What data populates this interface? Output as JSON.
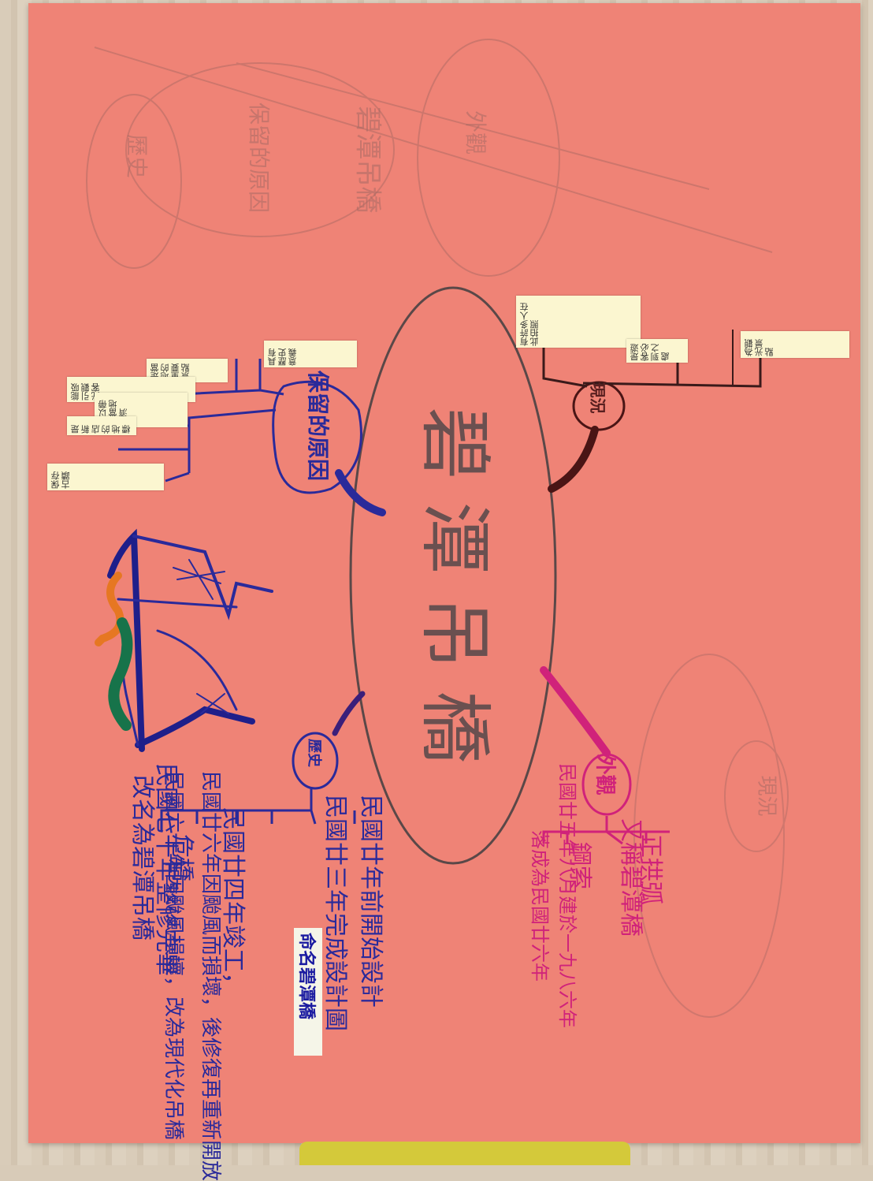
{
  "poster": {
    "title": "碧潭吊橋"
  },
  "nodes": {
    "appearance": "外觀",
    "history": "歷史",
    "status": "現況",
    "preservation": "保留的原因"
  },
  "appearance_lines": [
    "正拱弧",
    "又稱碧潭橋",
    "鋼索",
    "民國廿五年八月建於一九八六年",
    "落成為民國廿六年"
  ],
  "history_lines": [
    "民國廿年前開始設計",
    "民國廿三年完成設計圖",
    "民國廿四年竣工，",
    "民國廿六年因颱風而損壞，後修復再重新開放",
    "民國六十年因颱風損壞，改為現代化吊橋",
    "危橋",
    "民國七十年整修完畢",
    "改名為碧潭吊橋"
  ],
  "history_tag": "命名碧潭橋",
  "status_notes": [
    "為觀光景點",
    "是遊客必到之處",
    "有許多人在此拍照"
  ],
  "preservation_notes": [
    "具有歷史意義",
    "是當地的重要景點",
    "能吸引觀光客",
    "可以帶動當地經濟",
    "是新店的地標",
    "保存古蹟"
  ],
  "pencil_words": [
    "碧潭吊橋",
    "外觀",
    "歷史",
    "保留的原因",
    "現況"
  ],
  "colors": {
    "poster": "#ef8376",
    "blue_ink": "#2a2a9a",
    "pink_ink": "#d0227a",
    "dark_ink": "#5a2020",
    "pencil": "#a86a64"
  }
}
